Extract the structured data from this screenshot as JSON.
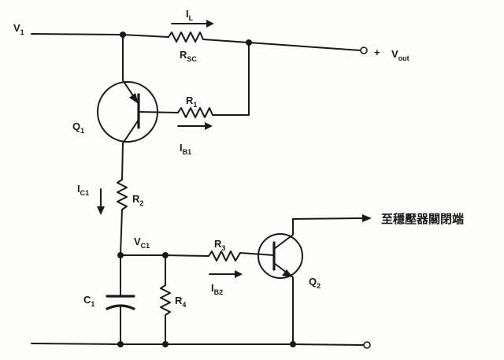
{
  "labels": {
    "v1": {
      "main": "V",
      "sub": "1"
    },
    "il": {
      "main": "I",
      "sub": "L"
    },
    "rsc": {
      "main": "R",
      "sub": "SC"
    },
    "plus": "+",
    "vout": {
      "main": "V",
      "sub": "out"
    },
    "q1": {
      "main": "Q",
      "sub": "1"
    },
    "r1": {
      "main": "R",
      "sub": "1"
    },
    "ib1": {
      "main": "I",
      "sub": "B1"
    },
    "ic1": {
      "main": "I",
      "sub": "C1"
    },
    "r2": {
      "main": "R",
      "sub": "2"
    },
    "vc1": {
      "main": "V",
      "sub": "C1"
    },
    "r3": {
      "main": "R",
      "sub": "3"
    },
    "ib2": {
      "main": "I",
      "sub": "B2"
    },
    "q2": {
      "main": "Q",
      "sub": "2"
    },
    "c1": {
      "main": "C",
      "sub": "1"
    },
    "r4": {
      "main": "R",
      "sub": "4"
    },
    "to_shutdown": "至穩壓器關閉端"
  }
}
